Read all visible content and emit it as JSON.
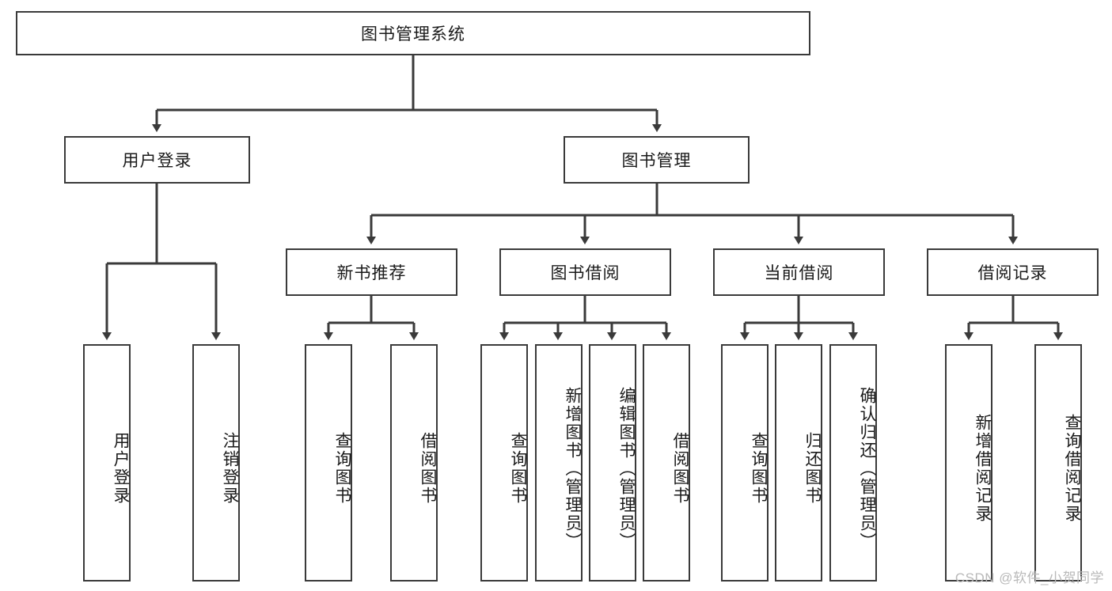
{
  "diagram": {
    "title": "图书管理系统",
    "watermark": "CSDN @软件_小贺同学",
    "root": {
      "label": "图书管理系统"
    },
    "level2": [
      {
        "label": "用户登录"
      },
      {
        "label": "图书管理"
      }
    ],
    "level3": [
      {
        "label": "新书推荐"
      },
      {
        "label": "图书借阅"
      },
      {
        "label": "当前借阅"
      },
      {
        "label": "借阅记录"
      }
    ],
    "leaves": [
      {
        "label": "用户登录",
        "parent": "用户登录"
      },
      {
        "label": "注销登录",
        "parent": "用户登录"
      },
      {
        "label": "查询图书",
        "parent": "新书推荐"
      },
      {
        "label": "借阅图书",
        "parent": "新书推荐"
      },
      {
        "label": "查询图书",
        "parent": "图书借阅"
      },
      {
        "label": "新增图书（管理员）",
        "parent": "图书借阅"
      },
      {
        "label": "编辑图书（管理员）",
        "parent": "图书借阅"
      },
      {
        "label": "借阅图书",
        "parent": "图书借阅"
      },
      {
        "label": "查询图书",
        "parent": "当前借阅"
      },
      {
        "label": "归还图书",
        "parent": "当前借阅"
      },
      {
        "label": "确认归还（管理员）",
        "parent": "当前借阅"
      },
      {
        "label": "新增借阅记录",
        "parent": "借阅记录"
      },
      {
        "label": "查询借阅记录",
        "parent": "借阅记录"
      }
    ],
    "colors": {
      "border": "#3a3a3a",
      "text": "#1a1a1a",
      "background": "#ffffff",
      "watermark": "#b9b9b9"
    }
  }
}
